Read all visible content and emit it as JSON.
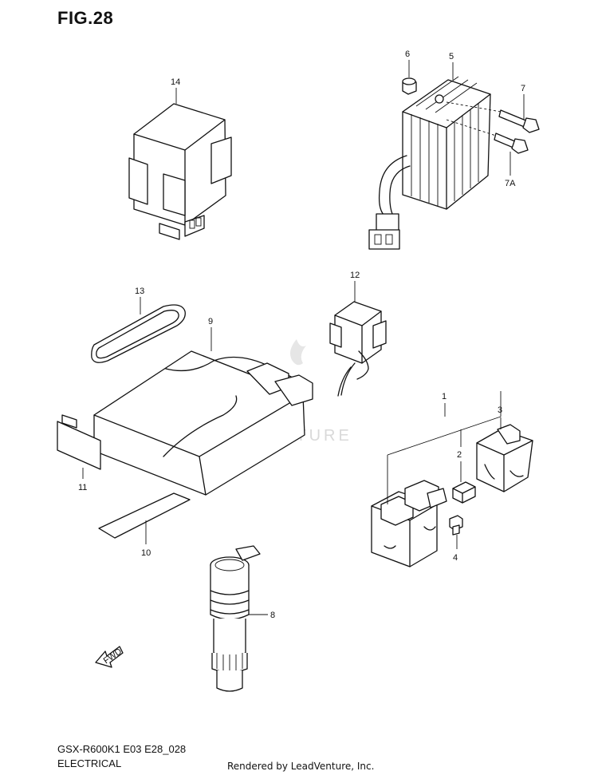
{
  "figure": {
    "title": "FIG.28"
  },
  "footer": {
    "model_code": "GSX-R600K1 E03 E28_028",
    "section": "ELECTRICAL",
    "credit": "Rendered by LeadVenture, Inc."
  },
  "watermark": {
    "text": "LEADVENTURE"
  },
  "fwd_arrow": {
    "label": "FWD"
  },
  "callouts": {
    "c1": "1",
    "c2": "2",
    "c3": "3",
    "c4": "4",
    "c5": "5",
    "c6": "6",
    "c7": "7",
    "c7a": "7A",
    "c8": "8",
    "c9": "9",
    "c10": "10",
    "c11": "11",
    "c12": "12",
    "c13": "13",
    "c14": "14"
  }
}
